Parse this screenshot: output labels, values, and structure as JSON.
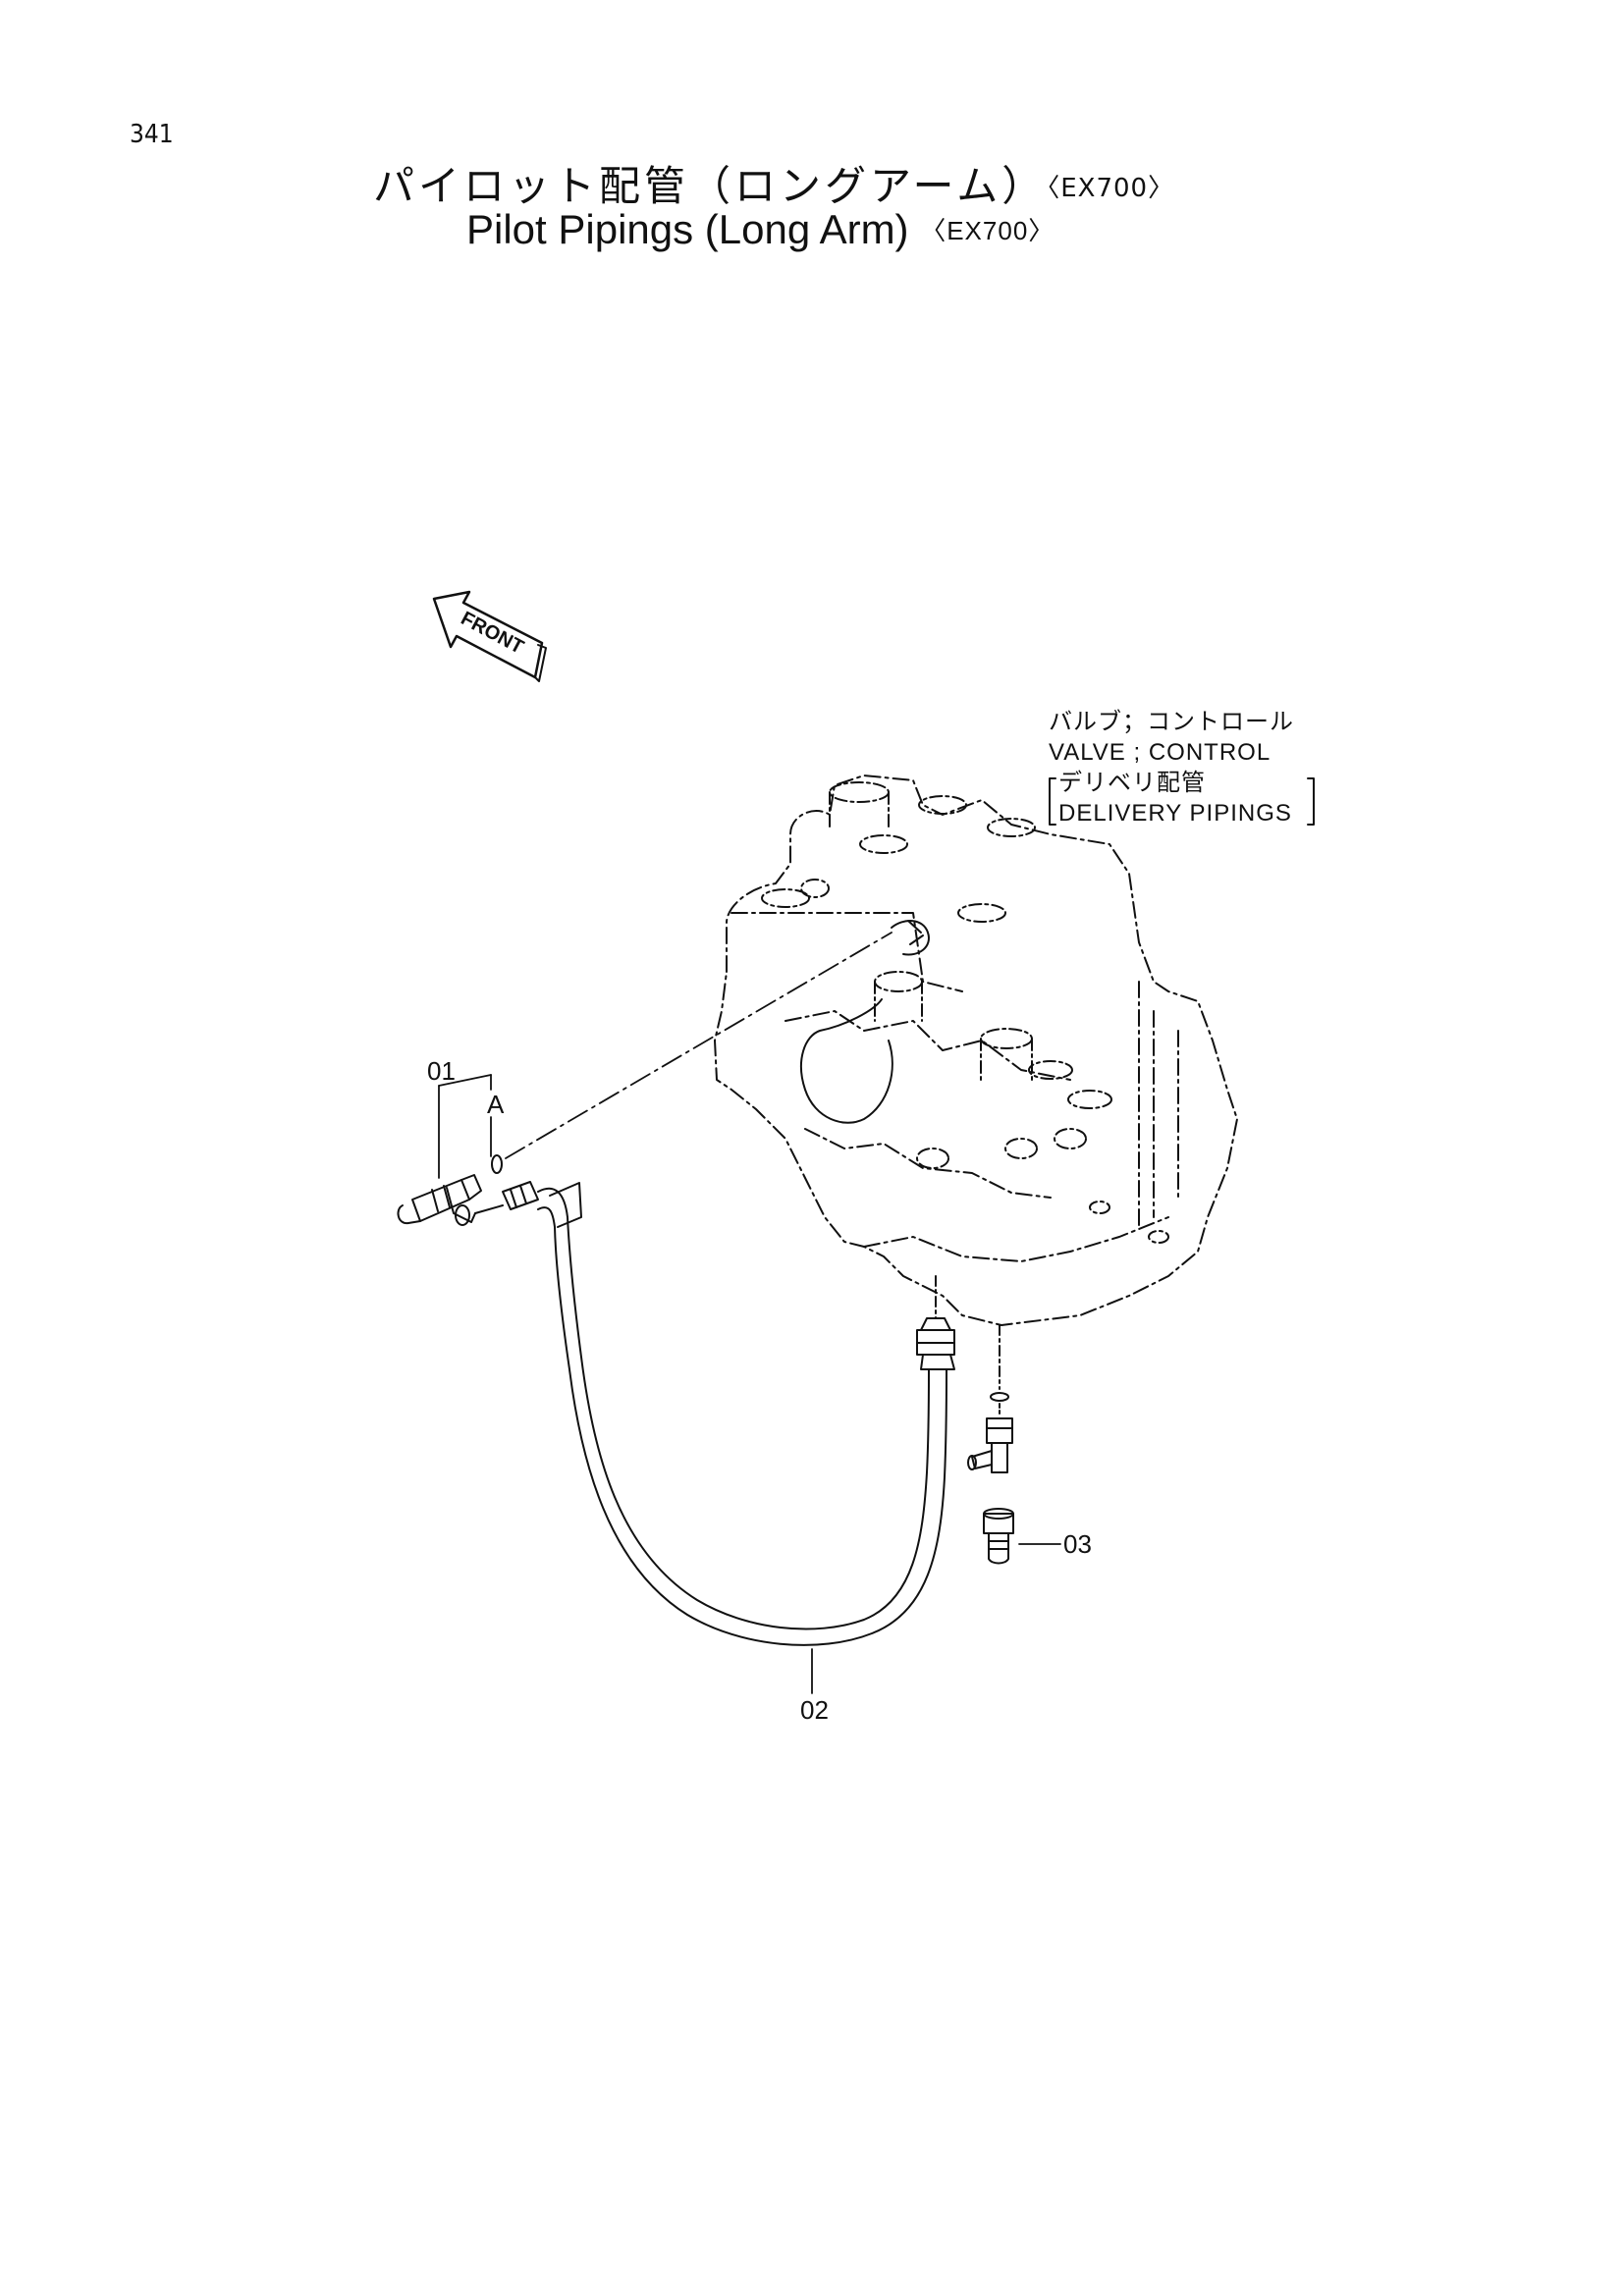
{
  "page": {
    "number": "341"
  },
  "title": {
    "japanese": "パイロット配管（ロングアーム）",
    "english": "Pilot Pipings (Long Arm)",
    "model": "〈EX700〉"
  },
  "front_label": "FRONT",
  "callout": {
    "line1": "バルブ；コントロール",
    "line2": "VALVE ; CONTROL",
    "line3": "デリベリ配管",
    "line4": "DELIVERY PIPINGS"
  },
  "parts": {
    "p01": "01",
    "pA": "A",
    "p02": "02",
    "p03": "03"
  }
}
